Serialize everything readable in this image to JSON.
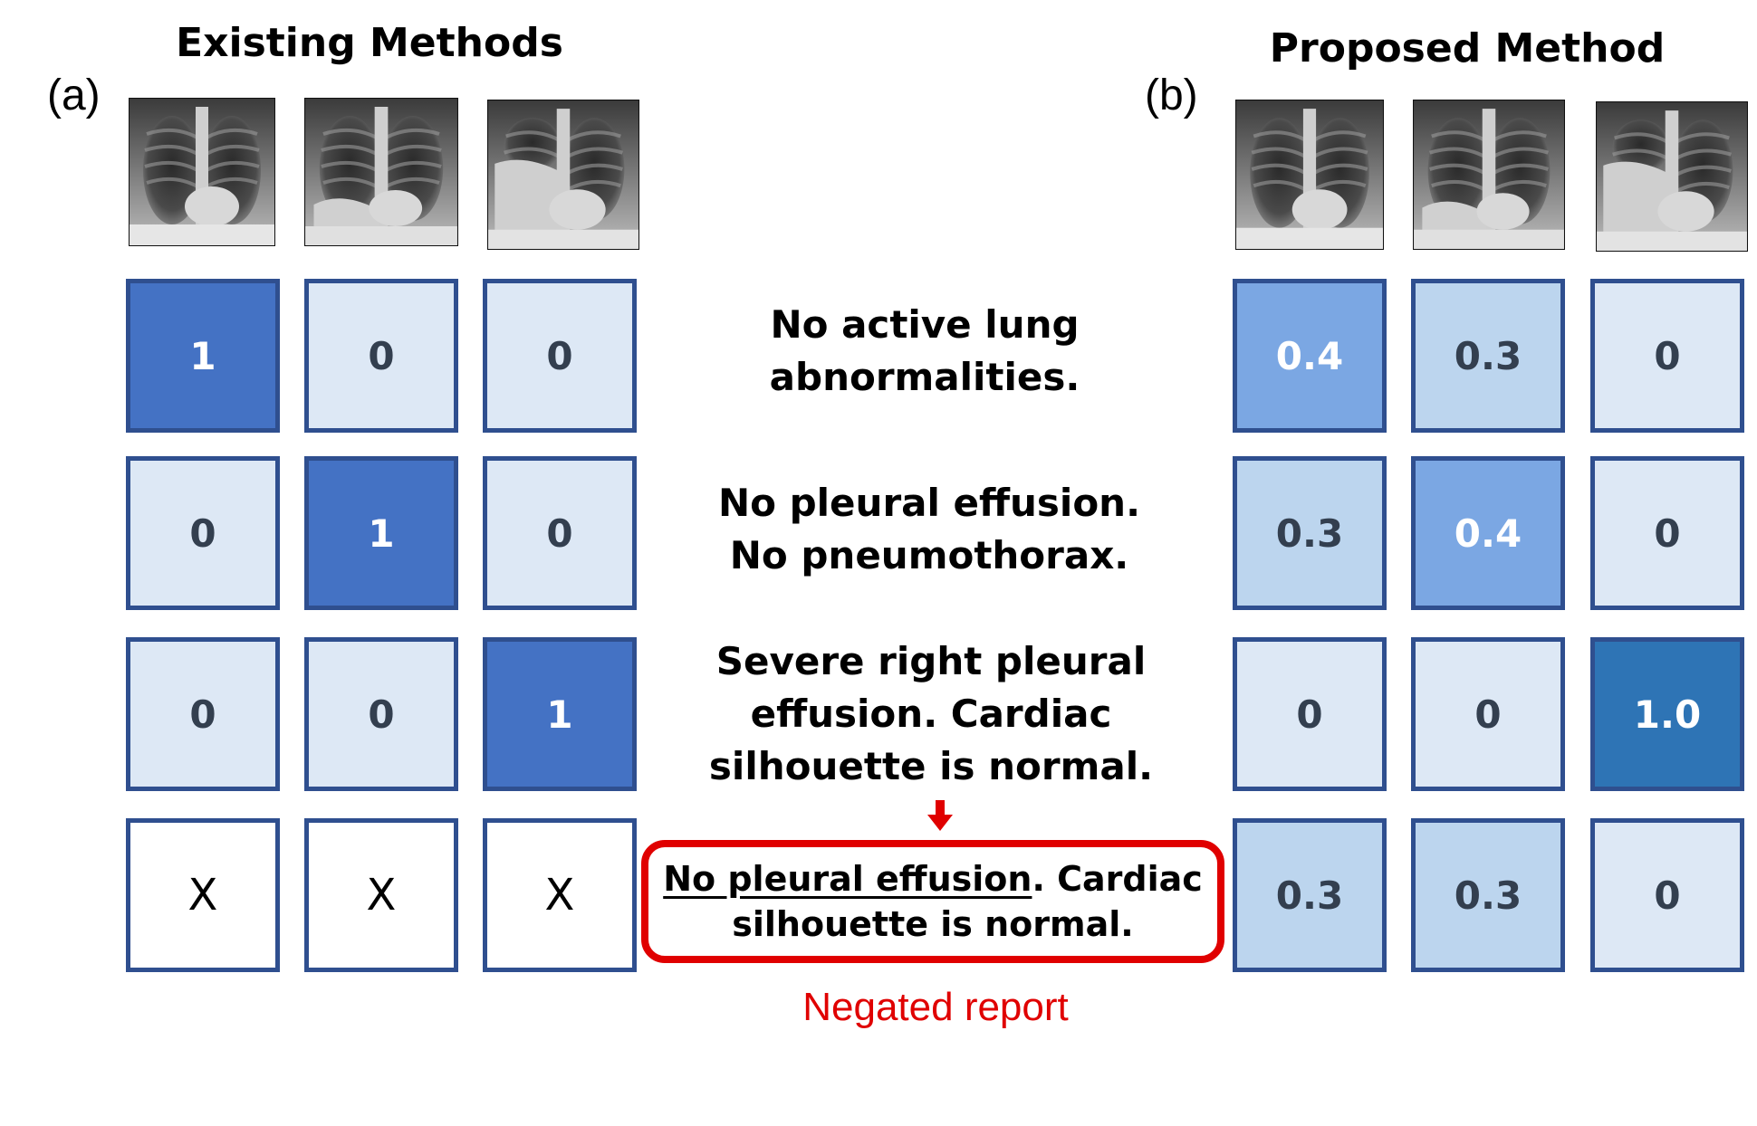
{
  "left_panel": {
    "label": "(a)",
    "title": "Existing Methods",
    "matrix": [
      [
        "1",
        "0",
        "0"
      ],
      [
        "0",
        "1",
        "0"
      ],
      [
        "0",
        "0",
        "1"
      ],
      [
        "X",
        "X",
        "X"
      ]
    ],
    "cell_levels": [
      [
        1.0,
        0,
        0
      ],
      [
        0,
        1.0,
        0
      ],
      [
        0,
        0,
        1.0
      ],
      [
        null,
        null,
        null
      ]
    ]
  },
  "right_panel": {
    "label": "(b)",
    "title": "Proposed Method",
    "matrix": [
      [
        "0.4",
        "0.3",
        "0"
      ],
      [
        "0.3",
        "0.4",
        "0"
      ],
      [
        "0",
        "0",
        "1.0"
      ],
      [
        "0.3",
        "0.3",
        "0"
      ]
    ],
    "cell_levels": [
      [
        0.4,
        0.3,
        0
      ],
      [
        0.3,
        0.4,
        0
      ],
      [
        0,
        0,
        1.0
      ],
      [
        0.3,
        0.3,
        0
      ]
    ]
  },
  "reports": [
    {
      "lines": [
        "No active lung",
        "abnormalities."
      ]
    },
    {
      "lines": [
        "No pleural effusion.",
        "No pneumothorax."
      ]
    },
    {
      "lines": [
        "Severe right pleural",
        "effusion. Cardiac",
        "silhouette is normal."
      ]
    }
  ],
  "negated_report": {
    "underlined_part": "No pleural effusion",
    "rest_line1": ". Cardiac",
    "line2": "silhouette is normal.",
    "label": "Negated report"
  },
  "colors": {
    "cell_border": "#2f4f8f",
    "existing_one": "#4472c4",
    "existing_zero": "#dde8f5",
    "proposed_0.4": "#7ba7e3",
    "proposed_0.3": "#bcd5ee",
    "proposed_0": "#dde8f5",
    "proposed_1.0": "#2e74b5",
    "negation_red": "#e00000"
  }
}
